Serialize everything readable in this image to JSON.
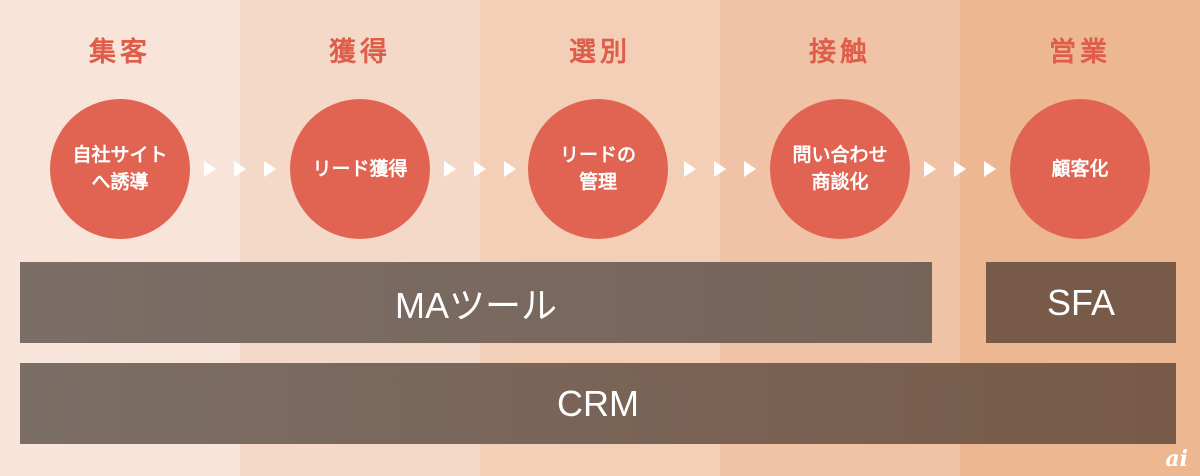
{
  "stages": [
    {
      "title": "集客",
      "step": "自社サイト\nへ誘導"
    },
    {
      "title": "獲得",
      "step": "リード獲得"
    },
    {
      "title": "選別",
      "step": "リードの\n管理"
    },
    {
      "title": "接触",
      "step": "問い合わせ\n商談化"
    },
    {
      "title": "営業",
      "step": "顧客化"
    }
  ],
  "tools": {
    "ma": "MAツール",
    "sfa": "SFA",
    "crm": "CRM"
  },
  "logo": "ai",
  "colors": {
    "accent": "#e06451",
    "tool_bar": "#7b6e66"
  }
}
